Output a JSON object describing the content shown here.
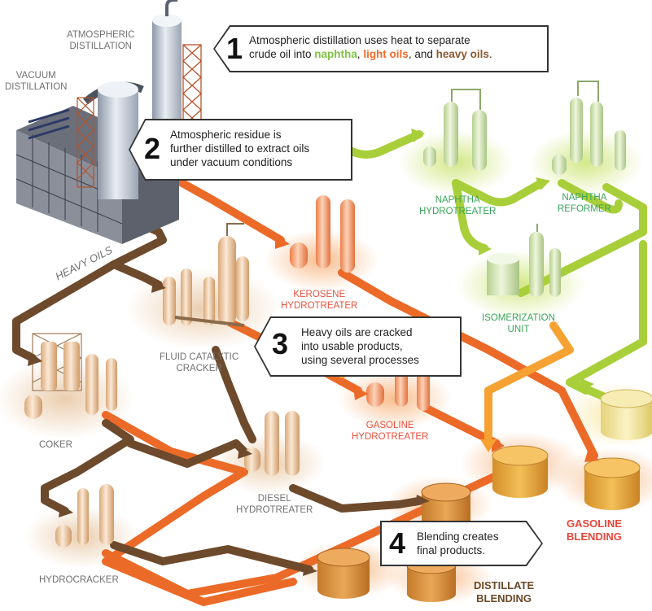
{
  "labels": {
    "atmospheric_distillation": [
      "ATMOSPHERIC",
      "DISTILLATION"
    ],
    "vacuum_distillation": [
      "VACUUM",
      "DISTILLATION"
    ],
    "naphtha_hydrotreater": [
      "NAPHTHA",
      "HYDROTREATER"
    ],
    "naphtha_reformer": [
      "NAPHTHA",
      "REFORMER"
    ],
    "kerosene_hydrotreater": [
      "KEROSENE",
      "HYDROTREATER"
    ],
    "isomerization_unit": [
      "ISOMERIZATION",
      "UNIT"
    ],
    "fluid_catalytic_cracker": [
      "FLUID CATALYTIC",
      "CRACKER"
    ],
    "coker": "COKER",
    "gasoline_hydrotreater": [
      "GASOLINE",
      "HYDROTREATER"
    ],
    "diesel_hydrotreater": [
      "DIESEL",
      "HYDROTREATER"
    ],
    "hydrocracker": "HYDROCRACKER",
    "gasoline_blending": [
      "GASOLINE",
      "BLENDING"
    ],
    "distillate_blending": [
      "DISTILLATE",
      "BLENDING"
    ],
    "heavy_oils_path": "HEAVY OILS"
  },
  "callouts": {
    "step1": {
      "number": "1",
      "line1": "Atmospheric distillation uses heat to separate",
      "line2_prefix": "crude oil into ",
      "naphtha": "naphtha",
      "sep1": ", ",
      "light_oils": "light oils",
      "sep2": ", and ",
      "heavy_oils": "heavy oils",
      "end": "."
    },
    "step2": {
      "number": "2",
      "lines": [
        "Atmospheric residue is",
        "further distilled to extract oils",
        "under vacuum conditions"
      ]
    },
    "step3": {
      "number": "3",
      "lines": [
        "Heavy oils are cracked",
        "into usable products,",
        "using several processes"
      ]
    },
    "step4": {
      "number": "4",
      "lines": [
        "Blending creates",
        "final products."
      ]
    }
  },
  "colors": {
    "naphtha": "#a8cf3a",
    "light_oils": "#ec6a28",
    "light_oils_alt": "#f6a233",
    "heavy_oils": "#6e4a2c",
    "label_green": "#3aa35a",
    "label_red": "#e8513d",
    "label_gray": "#707070",
    "blending_red": "#e8473a",
    "blending_brown": "#6b4a2a"
  }
}
